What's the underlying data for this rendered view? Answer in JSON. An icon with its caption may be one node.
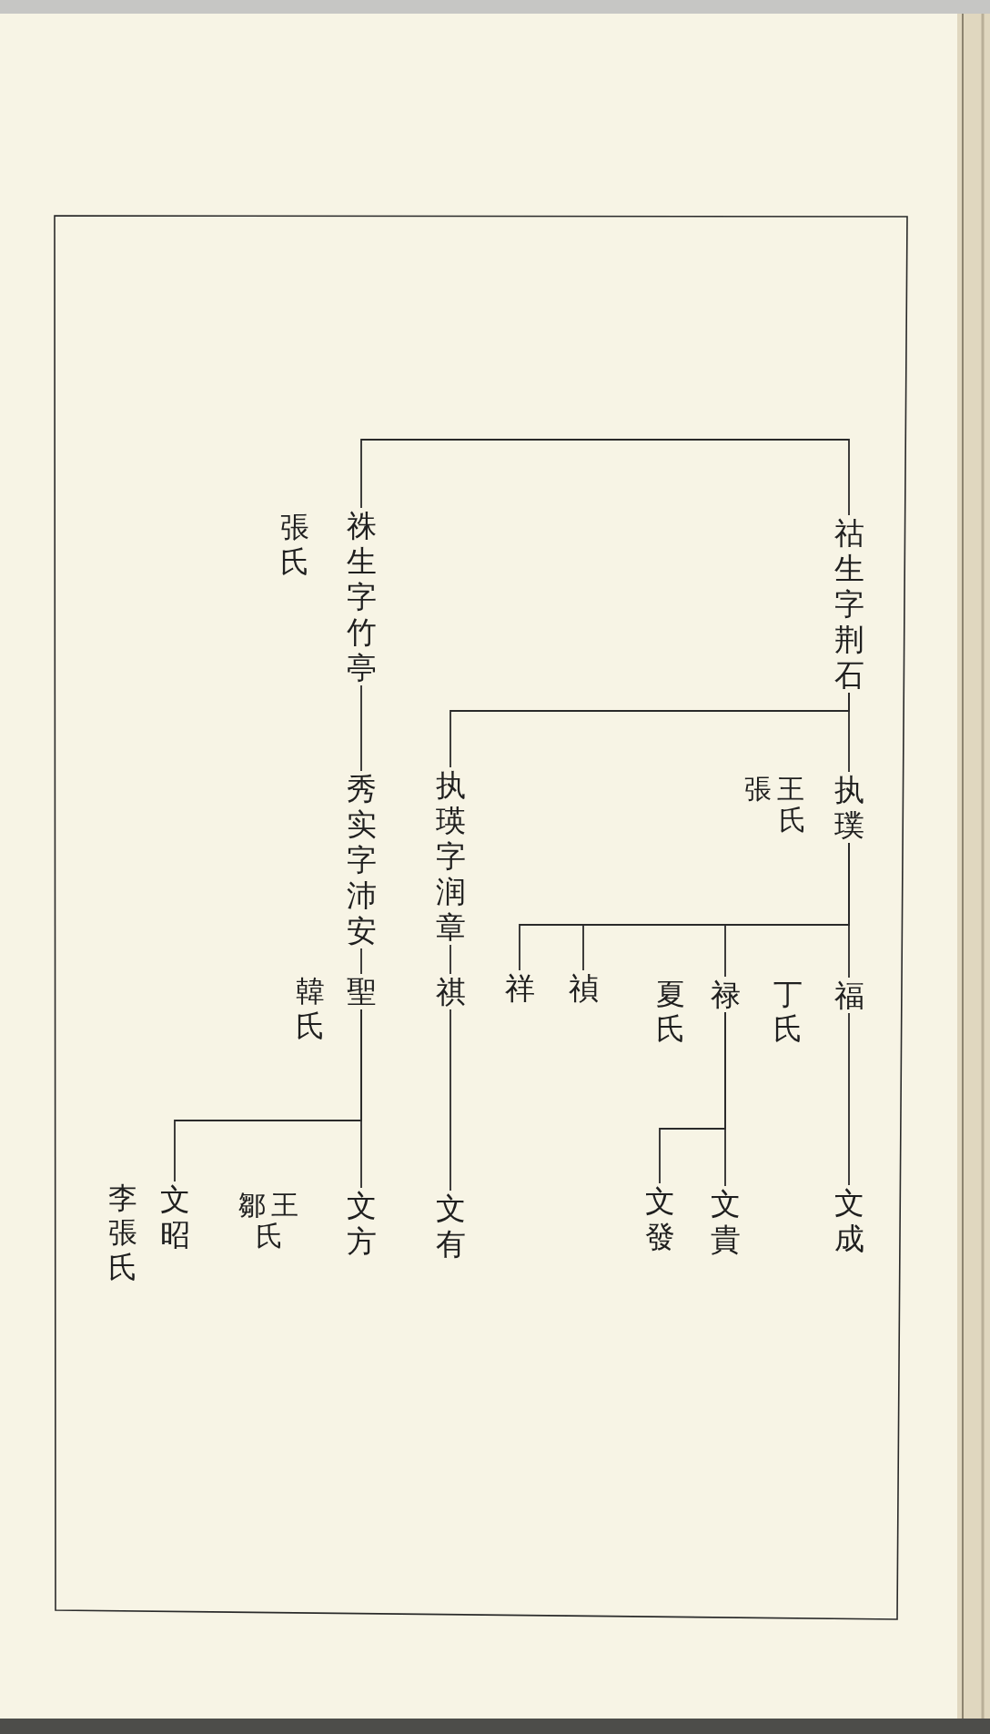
{
  "diagram": {
    "nodes": [
      {
        "text": [
          "祜生字荆石"
        ]
      },
      {
        "text": [
          "祩生字竹亭"
        ],
        "beside": [
          "張氏"
        ]
      },
      {
        "text": [
          "执璞"
        ],
        "beside": [
          "張王氏"
        ]
      },
      {
        "text": [
          "执瑛字润章"
        ]
      },
      {
        "text": [
          "秀实字沛安"
        ]
      },
      {
        "text": [
          "福"
        ],
        "beside": [
          "丁氏"
        ]
      },
      {
        "text": [
          "禄"
        ],
        "beside": [
          "夏氏"
        ]
      },
      {
        "text": [
          "禎"
        ]
      },
      {
        "text": [
          "祥"
        ]
      },
      {
        "text": [
          "祺"
        ]
      },
      {
        "text": [
          "聖"
        ],
        "beside": [
          "韓氏"
        ]
      },
      {
        "text": [
          "文成"
        ]
      },
      {
        "text": [
          "文貴"
        ]
      },
      {
        "text": [
          "文發"
        ]
      },
      {
        "text": [
          "文有"
        ]
      },
      {
        "text": [
          "文方"
        ],
        "beside": [
          "鄒王氏"
        ]
      },
      {
        "text": [
          "文昭"
        ],
        "beside": [
          "李張氏"
        ]
      }
    ],
    "edges": [
      {
        "from": 1,
        "to": 0,
        "arrow": "none"
      },
      {
        "from": 0,
        "to": 2,
        "arrow": "none"
      },
      {
        "from": 0,
        "to": 3,
        "arrow": "none"
      },
      {
        "from": 1,
        "to": 4,
        "arrow": "none"
      },
      {
        "from": 2,
        "to": 5,
        "arrow": "none"
      },
      {
        "from": 2,
        "to": 6,
        "arrow": "none"
      },
      {
        "from": 2,
        "to": 7,
        "arrow": "none"
      },
      {
        "from": 2,
        "to": 8,
        "arrow": "none"
      },
      {
        "from": 3,
        "to": 9,
        "arrow": "none"
      },
      {
        "from": 4,
        "to": 10,
        "arrow": "none"
      },
      {
        "from": 5,
        "to": 11,
        "arrow": "none"
      },
      {
        "from": 6,
        "to": 12,
        "arrow": "none"
      },
      {
        "from": 6,
        "to": 13,
        "arrow": "none"
      },
      {
        "from": 9,
        "to": 14,
        "arrow": "none"
      },
      {
        "from": 10,
        "to": 15,
        "arrow": "none"
      },
      {
        "from": 10,
        "to": 16,
        "arrow": "none"
      }
    ]
  }
}
